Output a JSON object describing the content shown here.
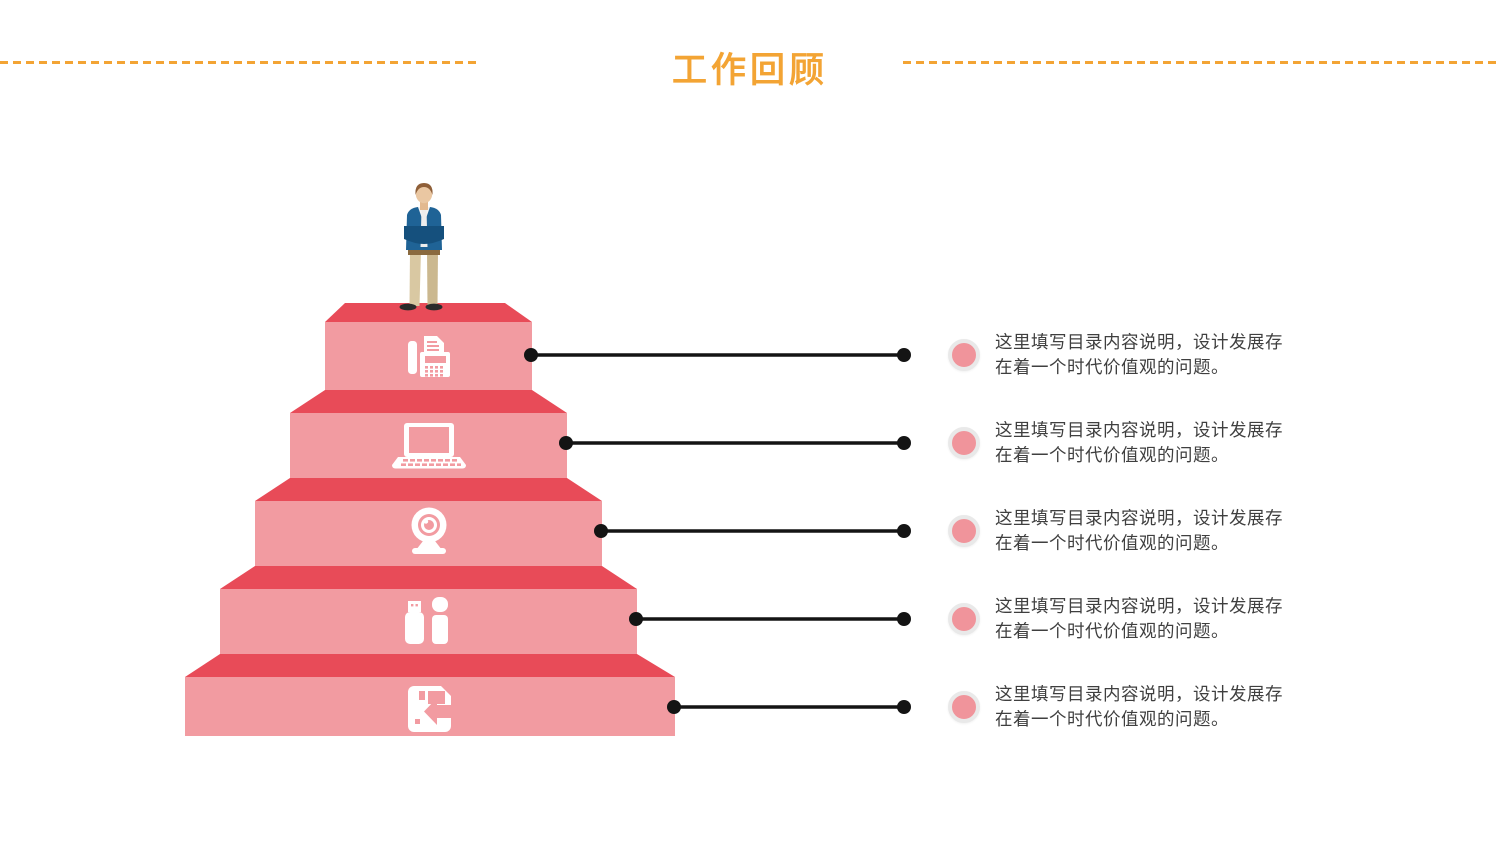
{
  "slide": {
    "title": "工作回顾",
    "type": "staircase-pyramid-diagram"
  },
  "colors": {
    "accent_orange": "#F3A434",
    "step_top_red": "#E84B58",
    "step_face_pink": "#F29BA1",
    "bullet_pink": "#F0949B",
    "bullet_ring": "#E9E9E9",
    "connector_black": "#141414",
    "body_text": "#3F3F3F"
  },
  "diagram": {
    "figure": "businessman-standing-arms-crossed",
    "levels": [
      {
        "icon": "fax-machine-icon"
      },
      {
        "icon": "laptop-icon"
      },
      {
        "icon": "webcam-icon"
      },
      {
        "icon": "usb-flash-drives-icon"
      },
      {
        "icon": "floppy-disk-save-icon"
      }
    ]
  },
  "callouts": [
    {
      "text": "这里填写目录内容说明，设计发展存\n在着一个时代价值观的问题。"
    },
    {
      "text": "这里填写目录内容说明，设计发展存\n在着一个时代价值观的问题。"
    },
    {
      "text": "这里填写目录内容说明，设计发展存\n在着一个时代价值观的问题。"
    },
    {
      "text": "这里填写目录内容说明，设计发展存\n在着一个时代价值观的问题。"
    },
    {
      "text": "这里填写目录内容说明，设计发展存\n在着一个时代价值观的问题。"
    }
  ]
}
